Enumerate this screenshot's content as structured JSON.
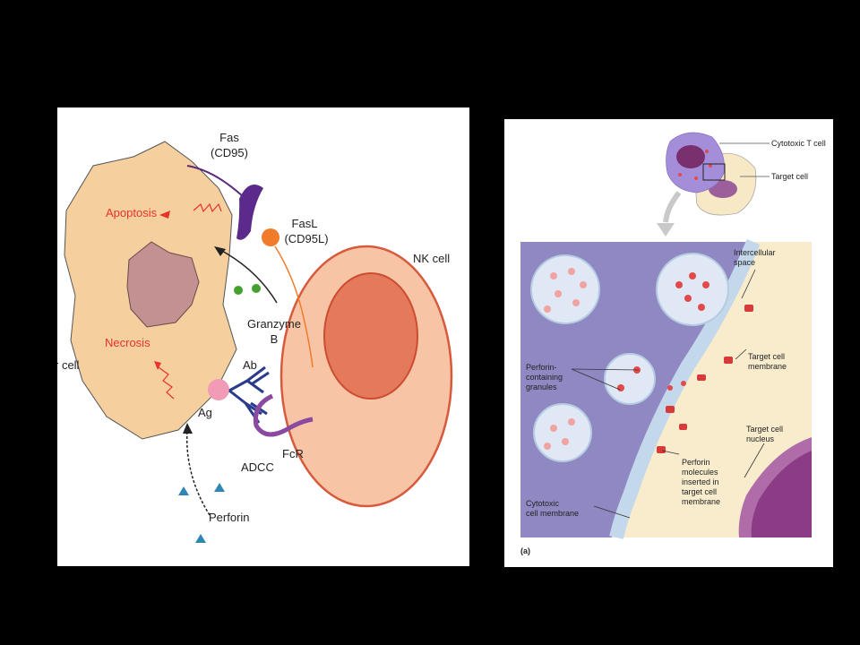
{
  "left_diagram": {
    "target_cell_label_partial": "r cell",
    "fas_label": "Fas",
    "fas_sub": "(CD95)",
    "fasl_label": "FasL",
    "fasl_sub": "(CD95L)",
    "nk_cell_label": "NK cell",
    "apoptosis_label": "Apoptosis",
    "necrosis_label": "Necrosis",
    "granzyme_label": "Granzyme",
    "granzyme_sub": "B",
    "ab_label": "Ab",
    "ag_label": "Ag",
    "fcr_label": "FcR",
    "adcc_label": "ADCC",
    "perforin_label": "Perforin"
  },
  "right_diagram": {
    "cytotoxic_t_cell_label": "Cytotoxic T cell",
    "target_cell_label": "Target cell",
    "intercellular_space_label": [
      "Intercellular",
      "space"
    ],
    "target_cell_membrane_label": [
      "Target cell",
      "membrane"
    ],
    "perforin_granules_label": [
      "Perforin-",
      "containing",
      "granules"
    ],
    "target_cell_nucleus_label": [
      "Target cell",
      "nucleus"
    ],
    "perforin_molecules_label": [
      "Perforin",
      "molecules",
      "inserted in",
      "target cell",
      "membrane"
    ],
    "cytotoxic_membrane_label": [
      "Cytotoxic",
      "cell membrane"
    ],
    "panel_tag": "(a)"
  }
}
